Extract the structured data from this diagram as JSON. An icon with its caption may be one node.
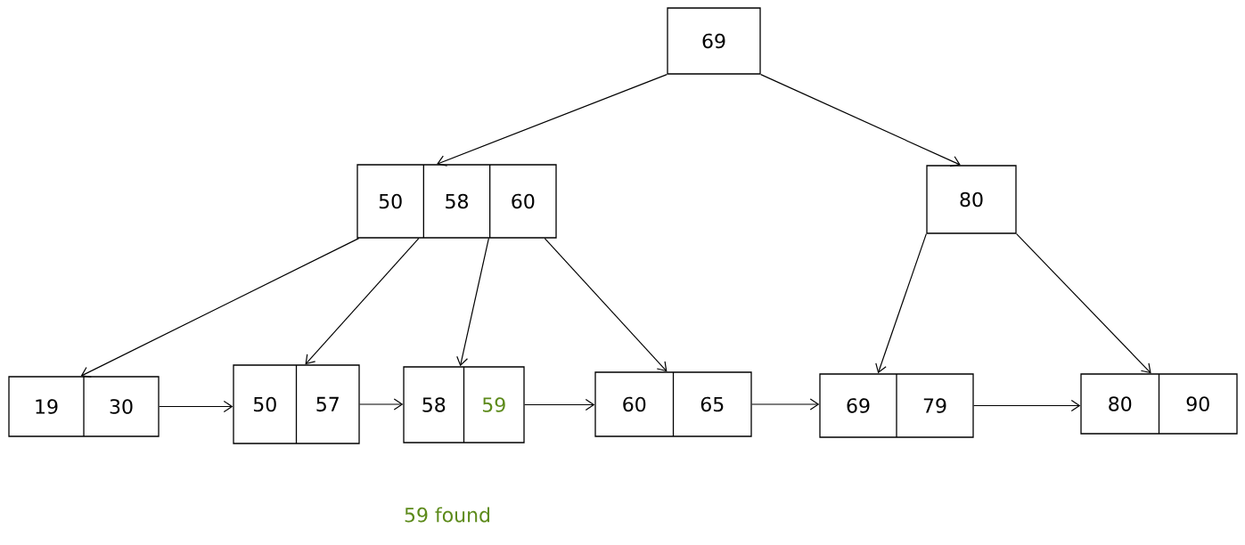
{
  "diagram": {
    "nodes": [
      {
        "text": [
          "69"
        ]
      },
      {
        "text": [
          "50",
          "58",
          "60"
        ]
      },
      {
        "text": [
          "80"
        ]
      },
      {
        "text": [
          "19",
          "30"
        ]
      },
      {
        "text": [
          "50",
          "57"
        ]
      },
      {
        "text": [
          "58",
          "59"
        ]
      },
      {
        "text": [
          "60",
          "65"
        ]
      },
      {
        "text": [
          "69",
          "79"
        ]
      },
      {
        "text": [
          "80",
          "90"
        ]
      }
    ],
    "edges": [
      {
        "from": 0,
        "to": 1,
        "arrow": "to"
      },
      {
        "from": 0,
        "to": 2,
        "arrow": "to"
      },
      {
        "from": 1,
        "to": 3,
        "arrow": "to"
      },
      {
        "from": 1,
        "to": 4,
        "arrow": "to"
      },
      {
        "from": 1,
        "to": 5,
        "arrow": "to"
      },
      {
        "from": 1,
        "to": 6,
        "arrow": "to"
      },
      {
        "from": 2,
        "to": 7,
        "arrow": "to"
      },
      {
        "from": 2,
        "to": 8,
        "arrow": "to"
      },
      {
        "from": 3,
        "to": 4,
        "arrow": "to"
      },
      {
        "from": 4,
        "to": 5,
        "arrow": "to"
      },
      {
        "from": 5,
        "to": 6,
        "arrow": "to"
      },
      {
        "from": 6,
        "to": 7,
        "arrow": "to"
      },
      {
        "from": 7,
        "to": 8,
        "arrow": "to"
      }
    ],
    "labels": [
      "59 found"
    ]
  }
}
